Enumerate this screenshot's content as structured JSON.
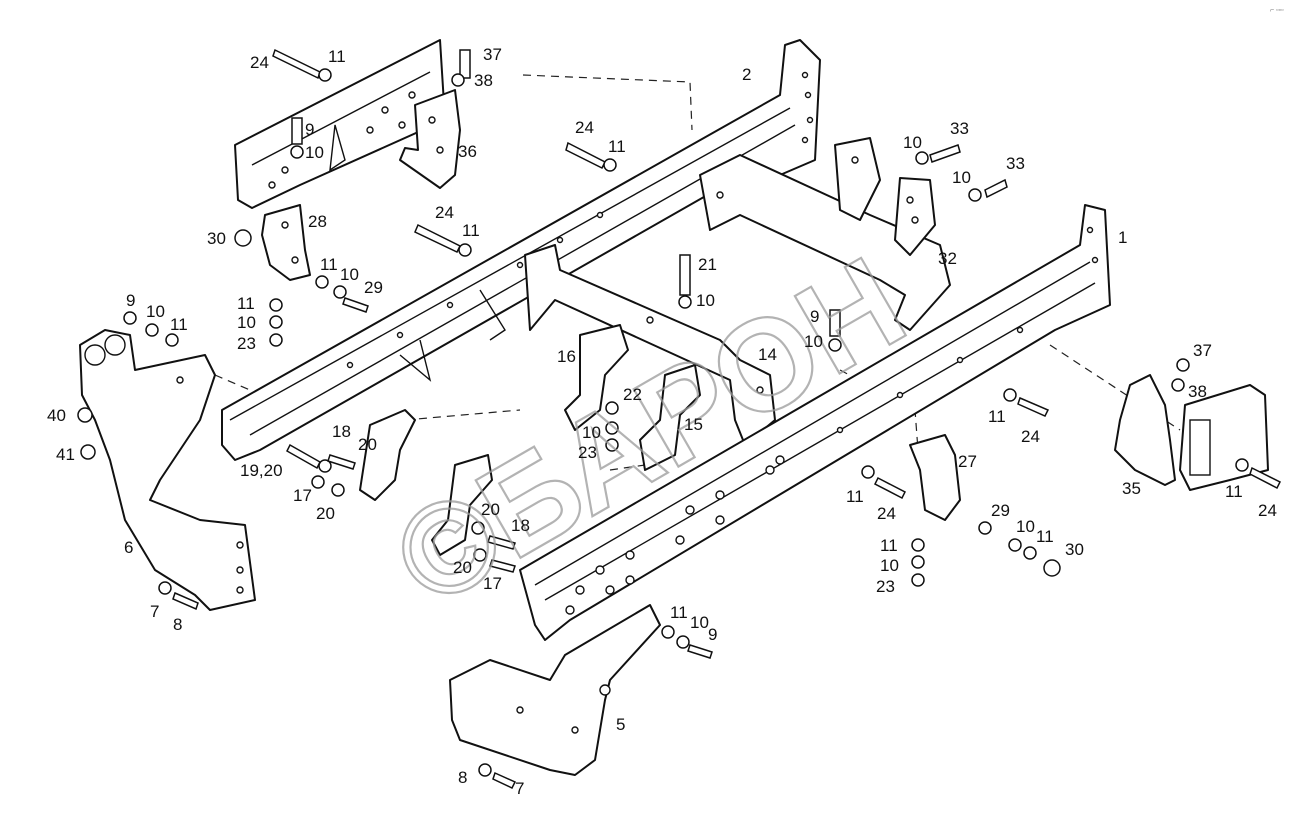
{
  "watermark": "©БАРОН",
  "corner_mark": "⌐ ▫▫▫",
  "callouts": [
    {
      "id": "c1",
      "text": "1"
    },
    {
      "id": "c2",
      "text": "2"
    },
    {
      "id": "c5",
      "text": "5"
    },
    {
      "id": "c6",
      "text": "6"
    },
    {
      "id": "c7a",
      "text": "7"
    },
    {
      "id": "c8a",
      "text": "8"
    },
    {
      "id": "c8b",
      "text": "8"
    },
    {
      "id": "c7b",
      "text": "7"
    },
    {
      "id": "c9a",
      "text": "9"
    },
    {
      "id": "c10a",
      "text": "10"
    },
    {
      "id": "c11a",
      "text": "11"
    },
    {
      "id": "c9b",
      "text": "9"
    },
    {
      "id": "c10b",
      "text": "10"
    },
    {
      "id": "c9c",
      "text": "9"
    },
    {
      "id": "c10c",
      "text": "10"
    },
    {
      "id": "c11b",
      "text": "11"
    },
    {
      "id": "c10d",
      "text": "10"
    },
    {
      "id": "c9d",
      "text": "9"
    },
    {
      "id": "c24a",
      "text": "24"
    },
    {
      "id": "c11c",
      "text": "11"
    },
    {
      "id": "c37a",
      "text": "37"
    },
    {
      "id": "c38a",
      "text": "38"
    },
    {
      "id": "c36",
      "text": "36"
    },
    {
      "id": "c24b",
      "text": "24"
    },
    {
      "id": "c11d",
      "text": "11"
    },
    {
      "id": "c24c",
      "text": "24"
    },
    {
      "id": "c11e",
      "text": "11"
    },
    {
      "id": "c10e",
      "text": "10"
    },
    {
      "id": "c33a",
      "text": "33"
    },
    {
      "id": "c10f",
      "text": "10"
    },
    {
      "id": "c33b",
      "text": "33"
    },
    {
      "id": "c32",
      "text": "32"
    },
    {
      "id": "c28",
      "text": "28"
    },
    {
      "id": "c30a",
      "text": "30"
    },
    {
      "id": "c11f",
      "text": "11"
    },
    {
      "id": "c10g",
      "text": "10"
    },
    {
      "id": "c29a",
      "text": "29"
    },
    {
      "id": "c11g",
      "text": "11"
    },
    {
      "id": "c10h",
      "text": "10"
    },
    {
      "id": "c23a",
      "text": "23"
    },
    {
      "id": "c21",
      "text": "21"
    },
    {
      "id": "c10i",
      "text": "10"
    },
    {
      "id": "c14",
      "text": "14"
    },
    {
      "id": "c16",
      "text": "16"
    },
    {
      "id": "c22",
      "text": "22"
    },
    {
      "id": "c10j",
      "text": "10"
    },
    {
      "id": "c23b",
      "text": "23"
    },
    {
      "id": "c15",
      "text": "15"
    },
    {
      "id": "c40",
      "text": "40"
    },
    {
      "id": "c41",
      "text": "41"
    },
    {
      "id": "c18a",
      "text": "18"
    },
    {
      "id": "c20a",
      "text": "20"
    },
    {
      "id": "c1920",
      "text": "19,20"
    },
    {
      "id": "c17a",
      "text": "17"
    },
    {
      "id": "c20b",
      "text": "20"
    },
    {
      "id": "c20c",
      "text": "20"
    },
    {
      "id": "c18b",
      "text": "18"
    },
    {
      "id": "c20d",
      "text": "20"
    },
    {
      "id": "c17b",
      "text": "17"
    },
    {
      "id": "c37b",
      "text": "37"
    },
    {
      "id": "c38b",
      "text": "38"
    },
    {
      "id": "c35",
      "text": "35"
    },
    {
      "id": "c11h",
      "text": "11"
    },
    {
      "id": "c24d",
      "text": "24"
    },
    {
      "id": "c11i",
      "text": "11"
    },
    {
      "id": "c24e",
      "text": "24"
    },
    {
      "id": "c27",
      "text": "27"
    },
    {
      "id": "c11j",
      "text": "11"
    },
    {
      "id": "c24f",
      "text": "24"
    },
    {
      "id": "c29b",
      "text": "29"
    },
    {
      "id": "c10k",
      "text": "10"
    },
    {
      "id": "c11k",
      "text": "11"
    },
    {
      "id": "c30b",
      "text": "30"
    },
    {
      "id": "c11l",
      "text": "11"
    },
    {
      "id": "c10l",
      "text": "10"
    },
    {
      "id": "c23c",
      "text": "23"
    }
  ]
}
